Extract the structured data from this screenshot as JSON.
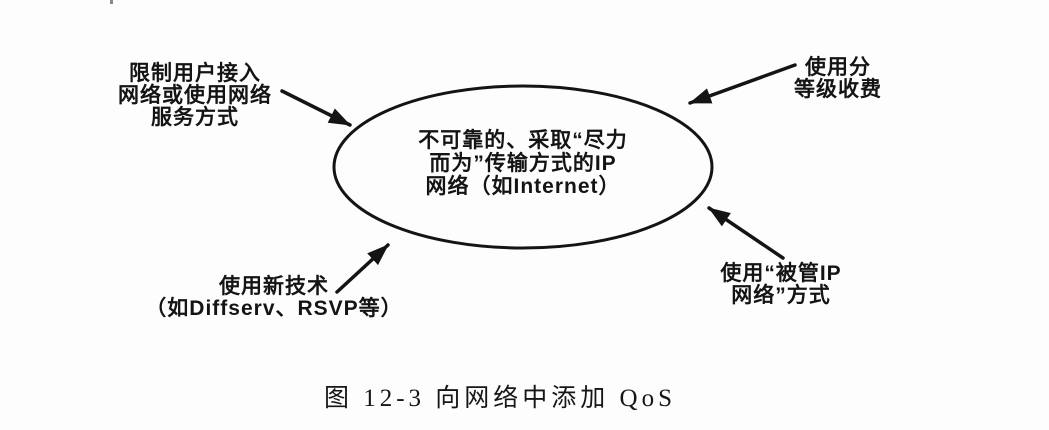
{
  "page": {
    "background_color": "#fdfdfd",
    "ink_color": "#141414"
  },
  "diagram": {
    "ellipse_label": {
      "lines": [
        "不可靠的、采取“尽力",
        "而为”传输方式的IP",
        "网络（如Internet）"
      ]
    },
    "callouts": {
      "top_left": {
        "lines": [
          "限制用户接入",
          "网络或使用网络",
          "服务方式"
        ]
      },
      "top_right": {
        "lines": [
          "使用分",
          "等级收费"
        ]
      },
      "bottom_left": {
        "lines": [
          "使用新技术",
          "（如Diffserv、RSVP等）"
        ]
      },
      "bottom_right": {
        "lines": [
          "使用“被管IP",
          "网络”方式"
        ]
      }
    },
    "caption": "图 12-3  向网络中添加 QoS"
  }
}
